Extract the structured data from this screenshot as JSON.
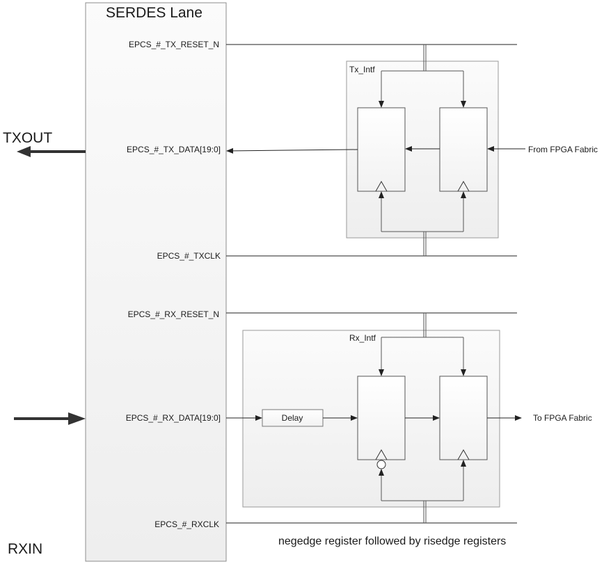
{
  "serdes": {
    "title": "SERDES Lane"
  },
  "signals": {
    "tx_reset": "EPCS_#_TX_RESET_N",
    "tx_data": "EPCS_#_TX_DATA[19:0]",
    "tx_clk": "EPCS_#_TXCLK",
    "rx_reset": "EPCS_#_RX_RESET_N",
    "rx_data": "EPCS_#_RX_DATA[19:0]",
    "rx_clk": "EPCS_#_RXCLK"
  },
  "io": {
    "txout": "TXOUT",
    "rxin": "RXIN"
  },
  "tx_intf": {
    "title": "Tx_Intf",
    "input_label": "From FPGA Fabric"
  },
  "rx_intf": {
    "title": "Rx_Intf",
    "delay_label": "Delay",
    "output_label": "To FPGA Fabric"
  },
  "caption": "negedge register followed by risedge registers",
  "colors": {
    "line": "#222222",
    "block_fill": "#f4f4f4",
    "block_stroke": "#8c8c8c",
    "reg_fill": "#ffffff"
  }
}
